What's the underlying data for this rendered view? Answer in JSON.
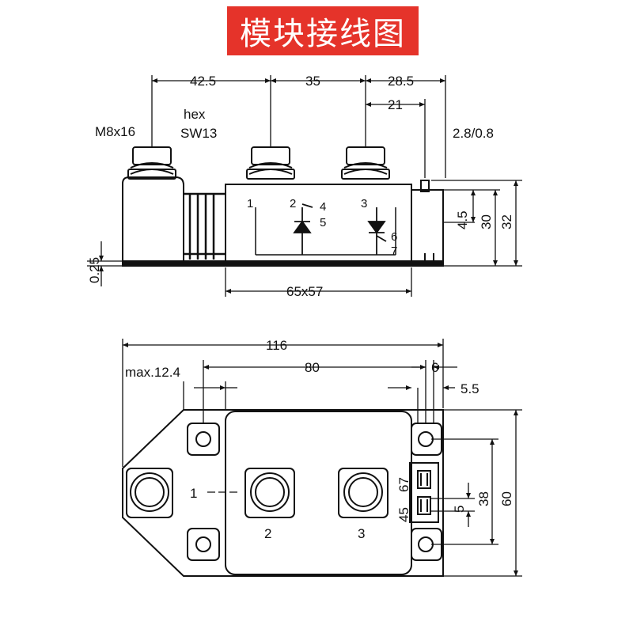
{
  "title": "模块接线图",
  "side_view": {
    "dimensions": {
      "d_42_5": "42.5",
      "d_35": "35",
      "d_28_5": "28.5",
      "d_21": "21",
      "d_0_25": "0.25",
      "d_4_5": "4.5",
      "d_30": "30",
      "d_32": "32",
      "d_2_8": "2.8/0.8",
      "d_65x57": "65x57"
    },
    "labels": {
      "m8x16": "M8x16",
      "hex": "hex",
      "sw13": "SW13"
    },
    "terminals": [
      "1",
      "2",
      "3",
      "4",
      "5",
      "6",
      "7"
    ]
  },
  "top_view": {
    "dimensions": {
      "d_116": "116",
      "d_max12_4": "max.12.4",
      "d_80": "80",
      "d_6": "6",
      "d_5_5": "5.5",
      "d_38": "38",
      "d_60": "60",
      "d_5": "5"
    },
    "terminals": {
      "t1": "1",
      "t2": "2",
      "t3": "3",
      "aux_a": "45",
      "aux_b": "67"
    }
  },
  "colors": {
    "title_bg": "#e5332a",
    "title_fg": "#ffffff",
    "line": "#111111"
  }
}
